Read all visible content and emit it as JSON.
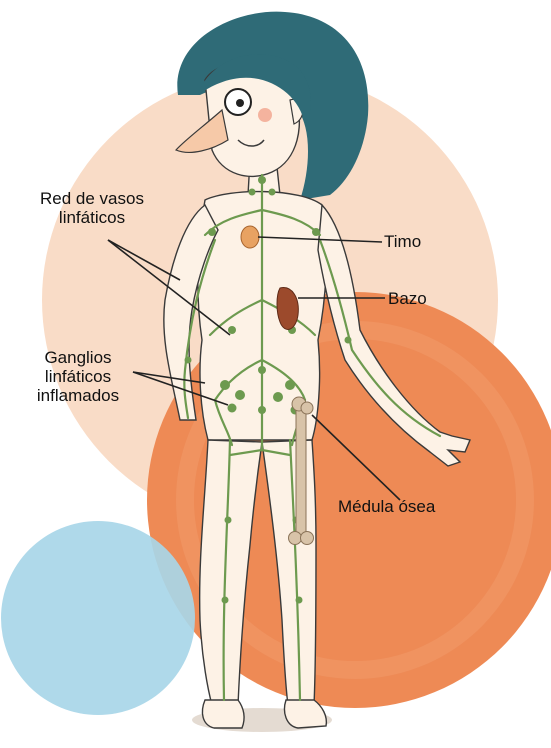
{
  "labels": {
    "red_vasos": [
      "Red de vasos",
      "linfáticos"
    ],
    "timo": "Timo",
    "bazo": "Bazo",
    "ganglios": [
      "Ganglios",
      "linfáticos",
      "inflamados"
    ],
    "medula": "Médula ósea"
  },
  "colors": {
    "peach_circle": "#f9dcc7",
    "orange_circle": "#ee8a55",
    "blue_circle": "#a8d6e8",
    "hair": "#2f6b77",
    "skin": "#fdf2e6",
    "lymph": "#6d9a4f",
    "thymus": "#e8a262",
    "spleen": "#9c4a2c",
    "bone": "#d8c3a8"
  }
}
